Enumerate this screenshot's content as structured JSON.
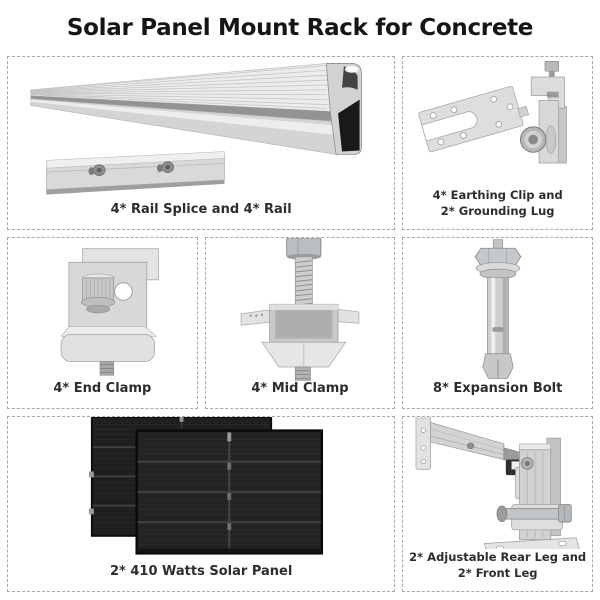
{
  "title": "Solar Panel Mount Rack for Concrete",
  "colors": {
    "title_text": "#151515",
    "label_text": "#2d2d2d",
    "panel_border": "#a8a8a8",
    "metal_light": "#e8e8e8",
    "metal_mid": "#cfcfcf",
    "metal_dark": "#8f8f8f",
    "solar_panel": "#212121"
  },
  "panels": [
    {
      "id": "rail-and-splice",
      "label": "4* Rail Splice and 4* Rail"
    },
    {
      "id": "earthing-clip-grounding-lug",
      "label_line1": "4* Earthing Clip and",
      "label_line2": "2* Grounding Lug"
    },
    {
      "id": "end-clamp",
      "label": "4* End Clamp"
    },
    {
      "id": "mid-clamp",
      "label": "4* Mid Clamp"
    },
    {
      "id": "expansion-bolt",
      "label": "8* Expansion Bolt"
    },
    {
      "id": "solar-panel",
      "label": "2* 410 Watts Solar Panel"
    },
    {
      "id": "legs",
      "label_line1": "2* Adjustable Rear Leg and",
      "label_line2": "2* Front Leg"
    }
  ]
}
